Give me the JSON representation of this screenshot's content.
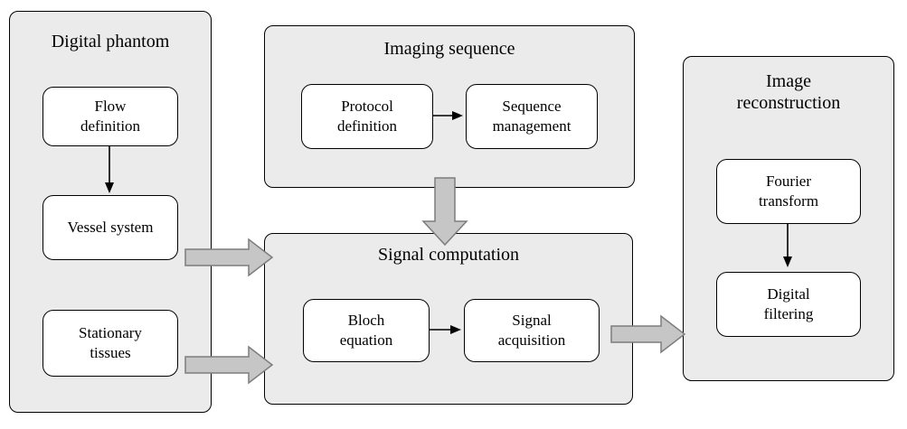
{
  "diagram": {
    "groups": [
      {
        "title": "Digital phantom",
        "boxes": [
          {
            "label": "Flow\ndefinition"
          },
          {
            "label": "Vessel system"
          },
          {
            "label": "Stationary\ntissues"
          }
        ]
      },
      {
        "title": "Imaging sequence",
        "boxes": [
          {
            "label": "Protocol\ndefinition"
          },
          {
            "label": "Sequence\nmanagement"
          }
        ]
      },
      {
        "title": "Signal computation",
        "boxes": [
          {
            "label": "Bloch\nequation"
          },
          {
            "label": "Signal\nacquisition"
          }
        ]
      },
      {
        "title": "Image\nreconstruction",
        "boxes": [
          {
            "label": "Fourier\ntransform"
          },
          {
            "label": "Digital\nfiltering"
          }
        ]
      }
    ],
    "connections": [
      {
        "from": "Flow definition",
        "to": "Vessel system",
        "style": "thin-arrow"
      },
      {
        "from": "Protocol definition",
        "to": "Sequence management",
        "style": "thin-arrow"
      },
      {
        "from": "Bloch equation",
        "to": "Signal acquisition",
        "style": "thin-arrow"
      },
      {
        "from": "Fourier transform",
        "to": "Digital filtering",
        "style": "thin-arrow"
      },
      {
        "from": "Imaging sequence",
        "to": "Signal computation",
        "style": "block-arrow"
      },
      {
        "from": "Digital phantom (Vessel system)",
        "to": "Signal computation",
        "style": "block-arrow"
      },
      {
        "from": "Digital phantom (Stationary tissues)",
        "to": "Signal computation",
        "style": "block-arrow"
      },
      {
        "from": "Signal computation",
        "to": "Image reconstruction",
        "style": "block-arrow"
      }
    ]
  },
  "colors": {
    "group_fill": "#ebebeb",
    "box_fill": "#ffffff",
    "border": "#000000",
    "block_arrow_fill": "#c6c6c6",
    "block_arrow_stroke": "#7d7d7d"
  }
}
